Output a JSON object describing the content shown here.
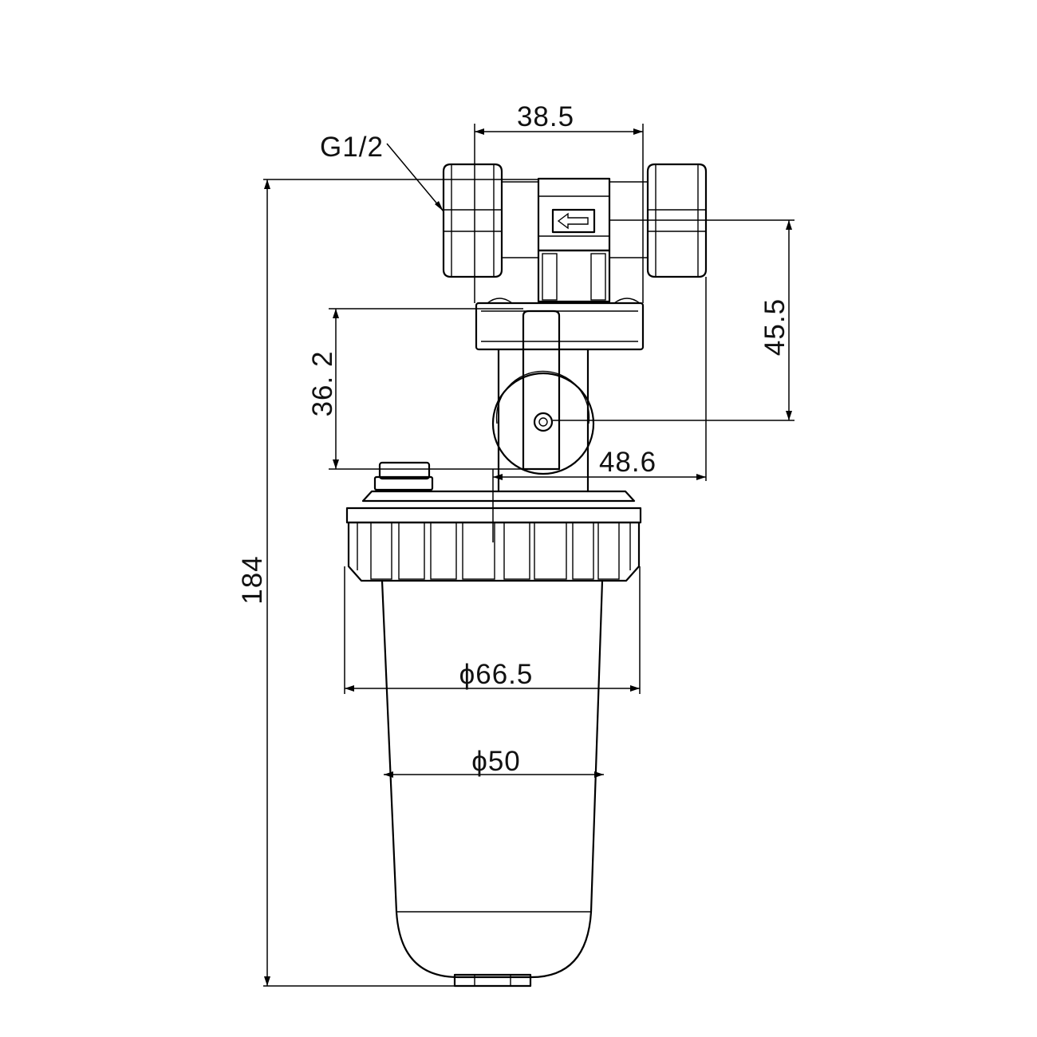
{
  "labels": {
    "thread": "G1/2",
    "width_top": "38.5",
    "height_total": "184",
    "height_outlet": "45.5",
    "height_valve": "36. 2",
    "offset": "48.6",
    "diameter_outer": "ϕ66.5",
    "diameter_inner": "ϕ50"
  },
  "colors": {
    "line": "#000000",
    "background": "#ffffff"
  }
}
